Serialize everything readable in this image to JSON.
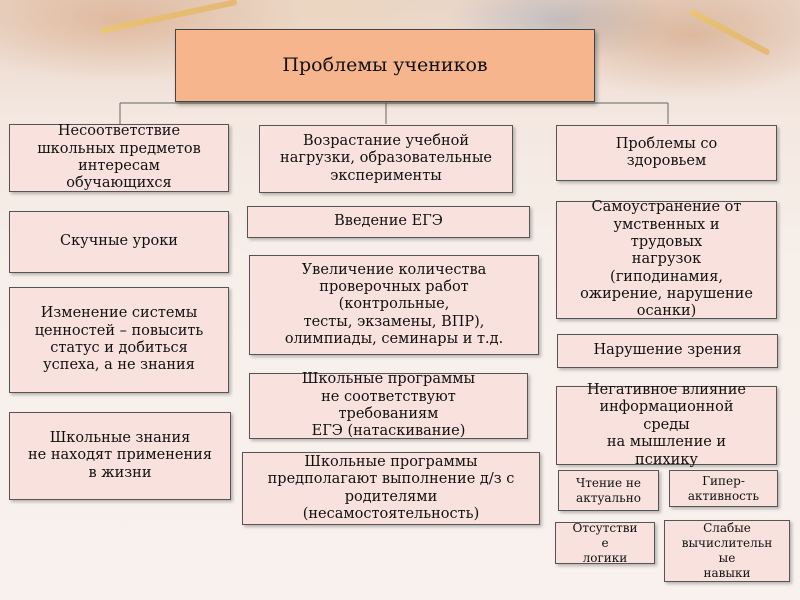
{
  "title": "Проблемы учеников",
  "columns": {
    "left": {
      "header": "Несоответствие\nшкольных предметов\nинтересам\nобучающихся",
      "items": [
        "Скучные уроки",
        "Изменение системы\nценностей – повысить\nстатус и добиться\nуспеха, а не знания",
        "Школьные знания\nне находят применения\nв жизни"
      ]
    },
    "middle": {
      "header": "Возрастание учебной\nнагрузки, образовательные\nэксперименты",
      "items": [
        "Введение ЕГЭ",
        "Увеличение количества\nпроверочных работ\n(контрольные,\nтесты, экзамены, ВПР),\nолимпиады, семинары и т.д.",
        "Школьные программы\nне соответствуют\nтребованиям\nЕГЭ (натаскивание)",
        "Школьные программы\nпредполагают выполнение д/з с\nродителями\n(несамостоятельность)"
      ]
    },
    "right": {
      "header": "Проблемы со\nздоровьем",
      "items": [
        "Самоустранение от\nумственных и\nтрудовых\nнагрузок\n(гиподинамия,\nожирение, нарушение\nосанки)",
        "Нарушение зрения",
        "Негативное влияние\nинформационной\nсреды\nна мышление и\nпсихику"
      ],
      "sub_items": [
        "Чтение не\nактуально",
        "Гипер-\nактивность",
        "Отсутстви\nе\nлогики",
        "Слабые\nвычислительн\nые\nнавыки"
      ]
    }
  },
  "colors": {
    "box_fill": "#f9e2dd",
    "title_fill": "#f7b58d",
    "border": "#555555"
  }
}
